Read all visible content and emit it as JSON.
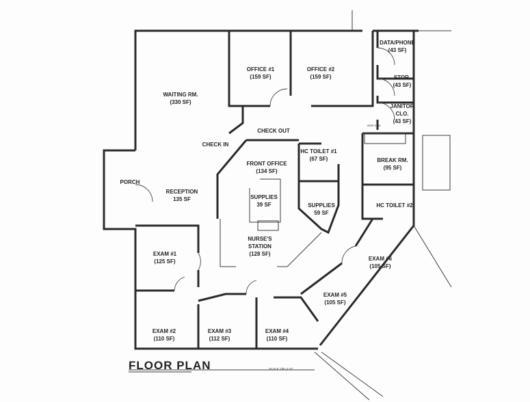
{
  "title": "FLOOR PLAN",
  "scale": "SCALE 1/8\"=1'-0\"",
  "rooms": [
    {
      "name": "WAITING RM.",
      "area": "(330 SF)"
    },
    {
      "name": "OFFICE #1",
      "area": "(159 SF)"
    },
    {
      "name": "OFFICE #2",
      "area": "(159 SF)"
    },
    {
      "name": "DATA/PHONE",
      "area": "(43 SF)"
    },
    {
      "name": "STOR.",
      "area": "(43 SF)"
    },
    {
      "name": "JANITOR CLO.",
      "area": "(43 SF)"
    },
    {
      "name": "CHECK OUT",
      "area": ""
    },
    {
      "name": "CHECK IN",
      "area": ""
    },
    {
      "name": "HC TOILET #1",
      "area": "(67 SF)"
    },
    {
      "name": "BREAK RM.",
      "area": "(95 SF)"
    },
    {
      "name": "FRONT OFFICE",
      "area": "(134 SF)"
    },
    {
      "name": "PORCH",
      "area": ""
    },
    {
      "name": "RECEPTION",
      "area": "135 SF"
    },
    {
      "name": "SUPPLIES",
      "area": "39 SF"
    },
    {
      "name": "SUPPLIES",
      "area": "59 SF"
    },
    {
      "name": "HC TOILET #2",
      "area": ""
    },
    {
      "name": "NURSE'S STATION",
      "area": "(128 SF)"
    },
    {
      "name": "EXAM #1",
      "area": "(125 SF)"
    },
    {
      "name": "EXAM #6",
      "area": "(105 SF)"
    },
    {
      "name": "EXAM #5",
      "area": "(105 SF)"
    },
    {
      "name": "EXAM #2",
      "area": "(110 SF)"
    },
    {
      "name": "EXAM #3",
      "area": "(112 SF)"
    },
    {
      "name": "EXAM #4",
      "area": "(110 SF)"
    }
  ],
  "annotations": {
    "mop_sink": "MOP SINK"
  }
}
